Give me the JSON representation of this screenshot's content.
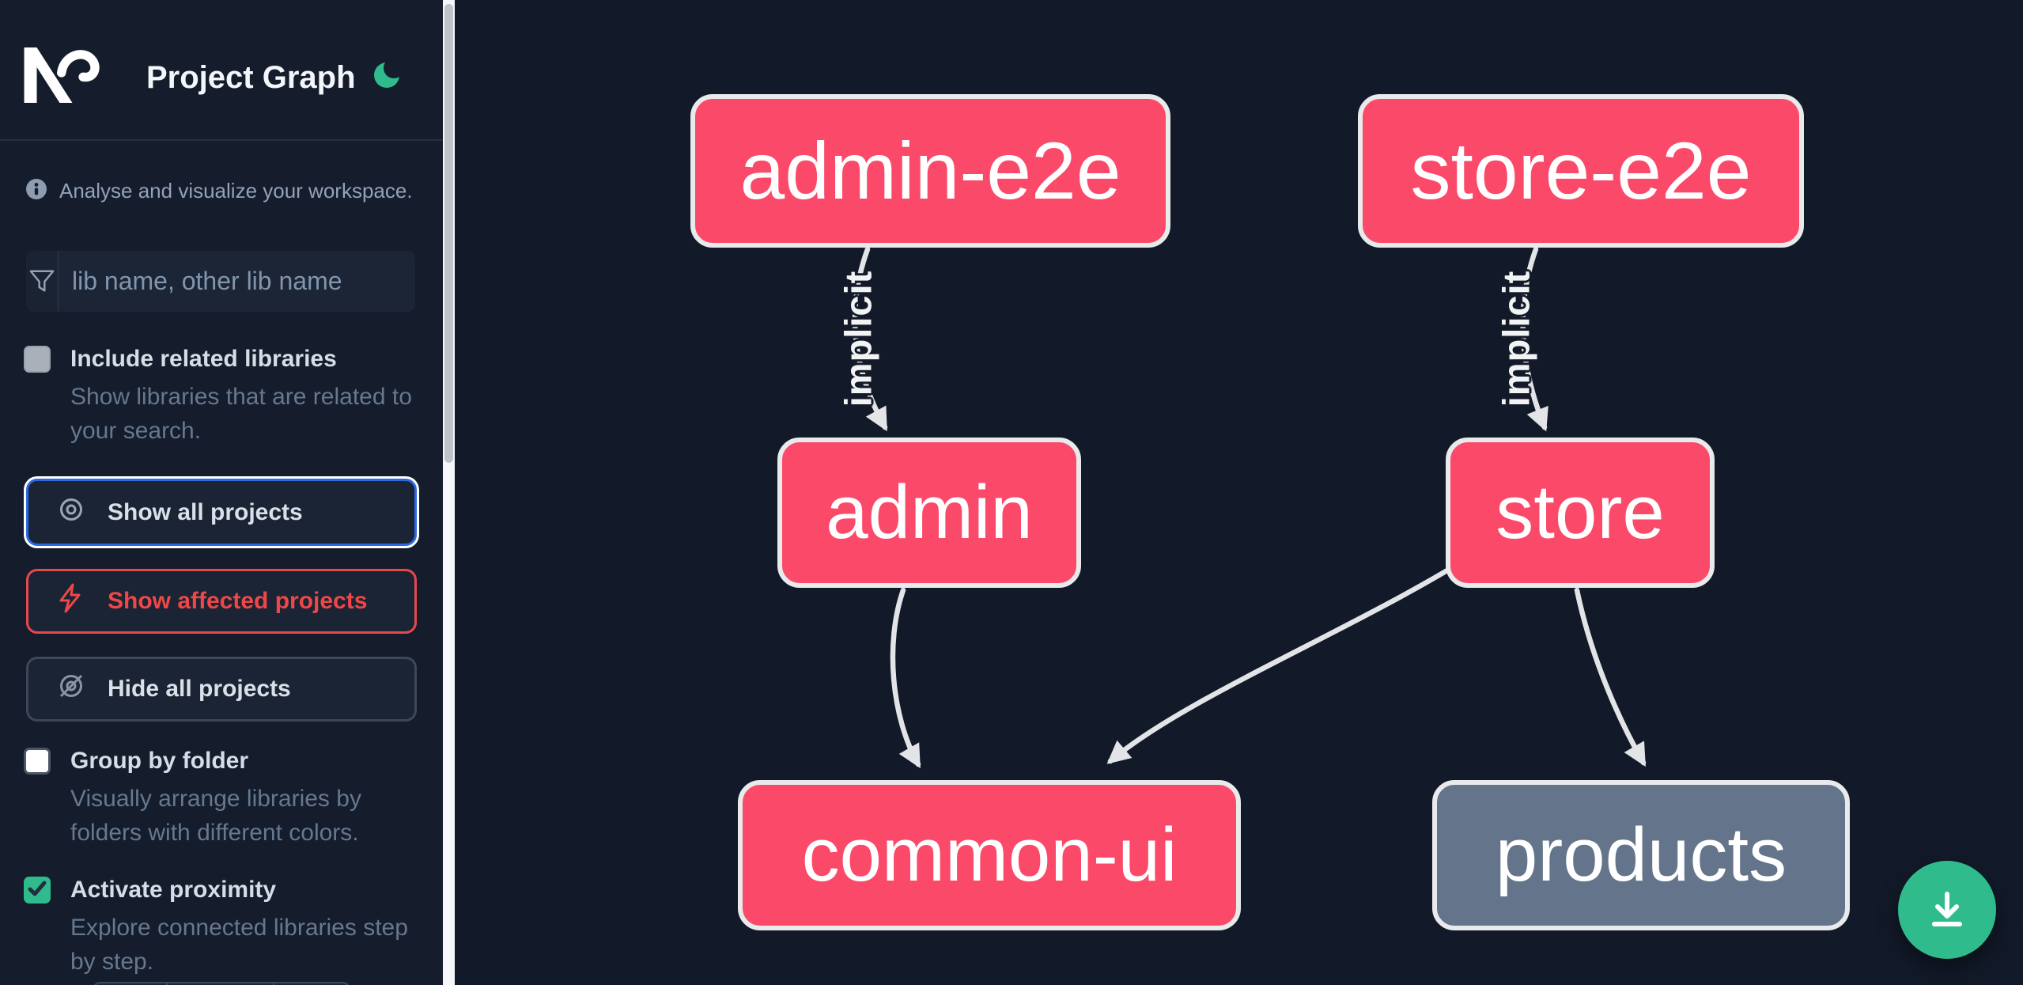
{
  "app": {
    "title": "Project Graph"
  },
  "colors": {
    "background": "#121928",
    "sidebar_background": "#151c2b",
    "node_affected": "#fb4a69",
    "node_normal": "#64748b",
    "node_border": "#e8eaec",
    "edge": "#e2e4e7",
    "accent_green": "#2fbb8b",
    "focus_blue": "#2b6ae3",
    "affected_red": "#ef4748"
  },
  "sidebar": {
    "tagline": "Analyse and visualize your workspace.",
    "search": {
      "placeholder": "lib name, other lib name"
    },
    "checkboxes": [
      {
        "label": "Include related libraries",
        "description": "Show libraries that are related to your search.",
        "checked": false
      },
      {
        "label": "Group by folder",
        "description": "Visually arrange libraries by folders with different colors.",
        "checked": false
      },
      {
        "label": "Activate proximity",
        "description": "Explore connected libraries step by step.",
        "checked": true
      }
    ],
    "buttons": [
      {
        "label": "Show all projects",
        "icon": "eye-icon",
        "state": "focused"
      },
      {
        "label": "Show affected projects",
        "icon": "bolt-icon",
        "variant": "danger"
      },
      {
        "label": "Hide all projects",
        "icon": "eye-off-icon",
        "variant": "default"
      }
    ]
  },
  "graph": {
    "nodes": [
      {
        "label": "admin-e2e",
        "kind": "affected"
      },
      {
        "label": "store-e2e",
        "kind": "affected"
      },
      {
        "label": "admin",
        "kind": "affected"
      },
      {
        "label": "store",
        "kind": "affected"
      },
      {
        "label": "common-ui",
        "kind": "affected"
      },
      {
        "label": "products",
        "kind": "normal"
      }
    ],
    "edges": [
      {
        "from": "admin-e2e",
        "to": "admin",
        "label": "implicit"
      },
      {
        "from": "store-e2e",
        "to": "store",
        "label": "implicit"
      },
      {
        "from": "admin",
        "to": "common-ui",
        "label": ""
      },
      {
        "from": "store",
        "to": "common-ui",
        "label": ""
      },
      {
        "from": "store",
        "to": "products",
        "label": ""
      }
    ]
  },
  "fab": {
    "icon": "download-icon"
  }
}
